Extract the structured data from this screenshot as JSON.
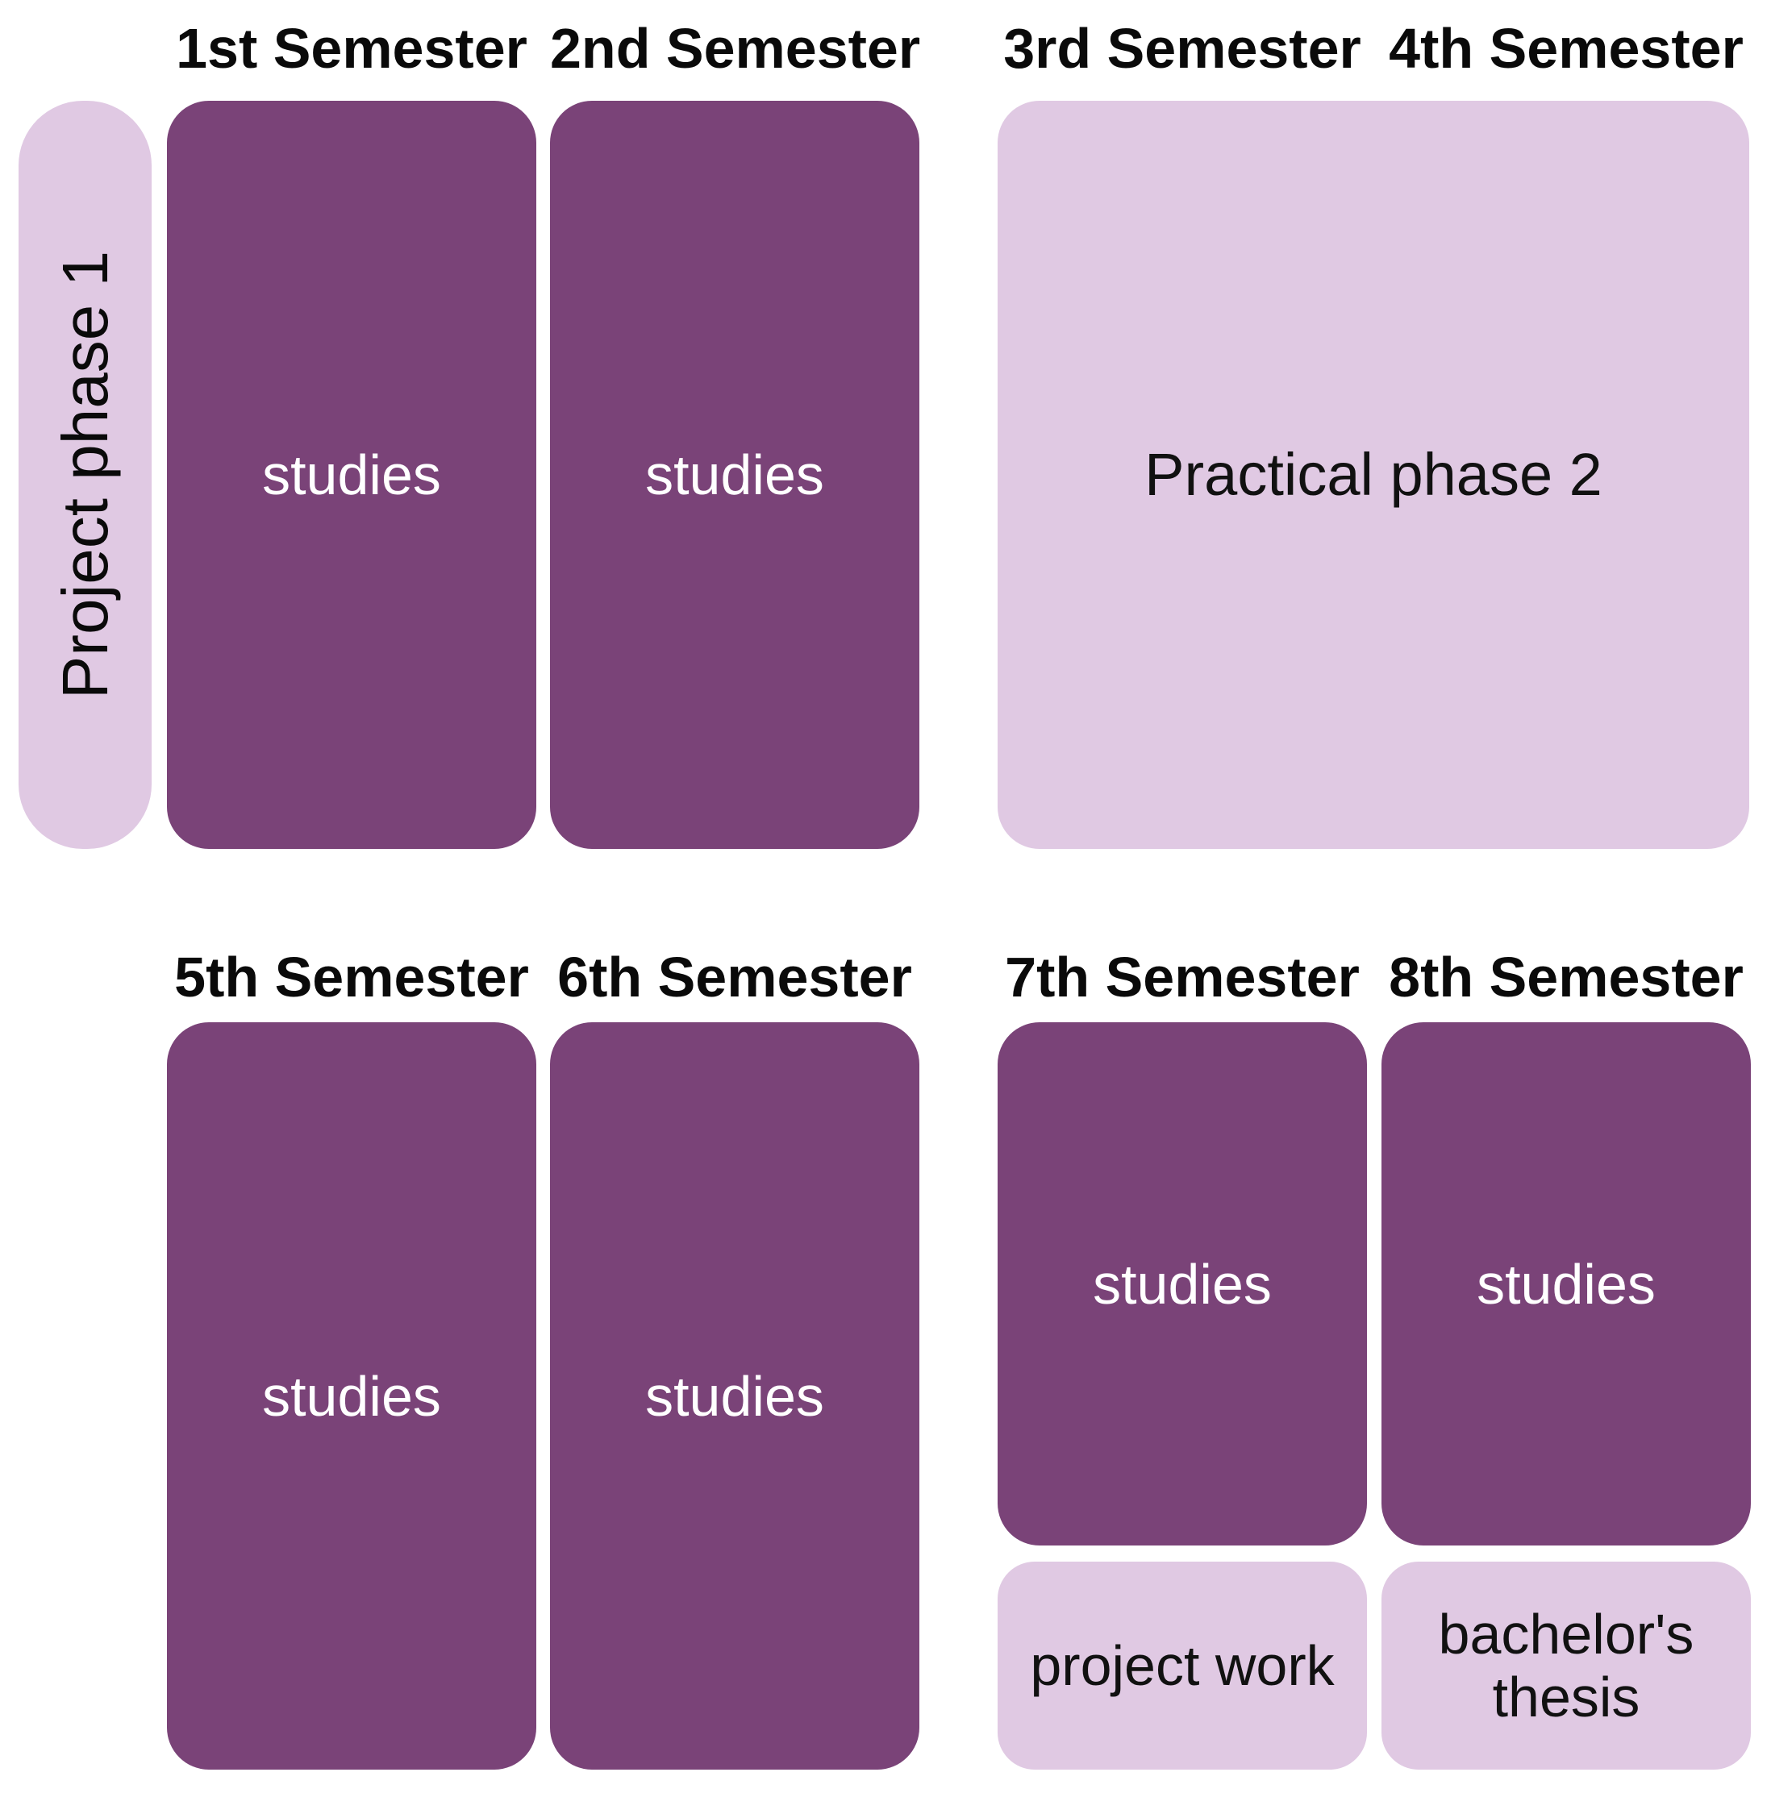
{
  "colors": {
    "dark_purple": "#7a4378",
    "light_purple": "#e0c9e3",
    "header_text": "#0a0a0a",
    "studies_text": "#ffffff",
    "background": "#ffffff"
  },
  "row1": {
    "headers": [
      "1st Semester",
      "2nd Semester",
      "3rd Semester",
      "4th Semester"
    ],
    "project_phase_label": "Project phase 1",
    "studies_labels": [
      "studies",
      "studies"
    ],
    "practical_label": "Practical phase 2"
  },
  "row2": {
    "headers": [
      "5th Semester",
      "6th Semester",
      "7th Semester",
      "8th Semester"
    ],
    "studies_labels": [
      "studies",
      "studies",
      "studies",
      "studies"
    ],
    "project_work_label": "project work",
    "bachelor_thesis_label": "bachelor's thesis"
  }
}
